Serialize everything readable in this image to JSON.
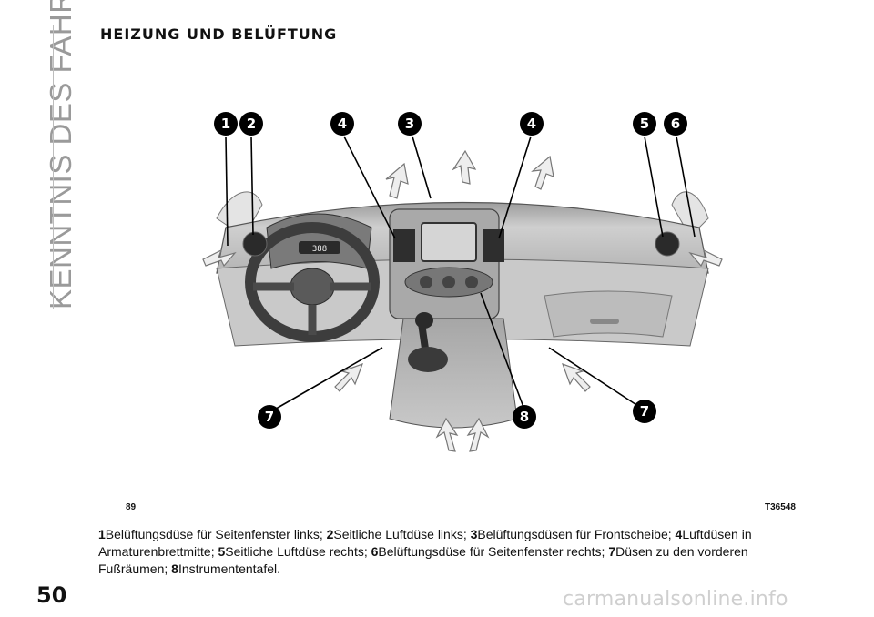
{
  "sidebar": {
    "chapter_title": "KENNTNIS DES FAHRZEUGES"
  },
  "section": {
    "title": "HEIZUNG UND BELÜFTUNG"
  },
  "figure": {
    "number": "89",
    "code": "T36548",
    "callouts": [
      "1",
      "2",
      "3",
      "4",
      "4",
      "5",
      "6",
      "7",
      "7",
      "8"
    ]
  },
  "caption": [
    {
      "num": "1",
      "text": "Belüftungsdüse für Seitenfenster links; "
    },
    {
      "num": "2",
      "text": "Seitliche Luftdüse links; "
    },
    {
      "num": "3",
      "text": "Belüftungsdüsen für Frontscheibe; "
    },
    {
      "num": "4",
      "text": "Luftdüsen in Armaturenbrettmitte; "
    },
    {
      "num": "5",
      "text": "Seitliche Luftdüse rechts; "
    },
    {
      "num": "6",
      "text": "Belüftungsdüse für Seitenfenster rechts; "
    },
    {
      "num": "7",
      "text": "Düsen zu den vorderen Fußräumen; "
    },
    {
      "num": "8",
      "text": "Instrumententafel."
    }
  ],
  "footer": {
    "page_number": "50",
    "watermark": "carmanualsonline.info"
  },
  "illustration": {
    "cluster_display": "388",
    "colors": {
      "dash": "#bdbdbd",
      "dash_dark": "#8c8c8c",
      "trim": "#5a5a5a",
      "arrow": "#d6d6d6",
      "callout": "#000000"
    }
  }
}
